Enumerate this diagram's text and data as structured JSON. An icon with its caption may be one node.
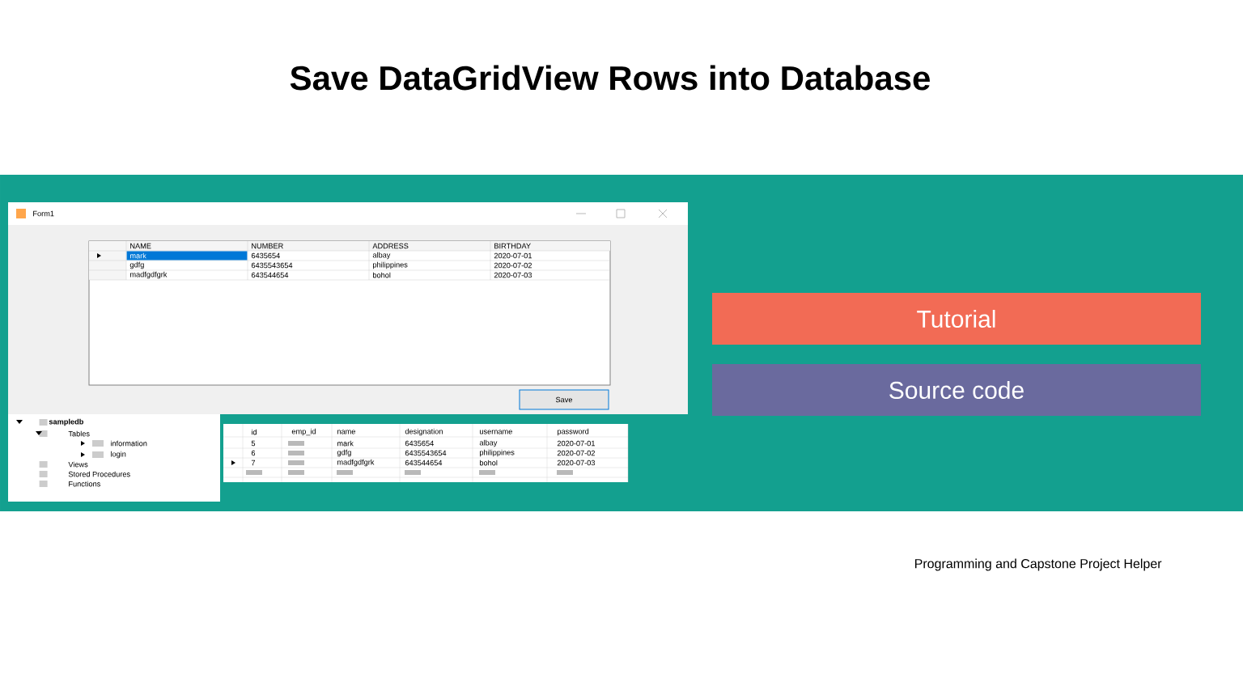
{
  "diagram": {
    "title": "Save DataGridView Rows into Database",
    "nodes": [
      {
        "text": [
          "Tutorial"
        ]
      },
      {
        "text": [
          "Source code"
        ]
      }
    ],
    "edges": [],
    "labels": [
      "Form1",
      "NAME",
      "NUMBER",
      "ADDRESS",
      "BIRTHDAY",
      "mark",
      "6435654",
      "albay",
      "2020-07-01",
      "gdfg",
      "6435543654",
      "philippines",
      "2020-07-02",
      "madfgdfgrk",
      "643544654",
      "bohol",
      "2020-07-03",
      "Save",
      "sampledb",
      "Tables",
      "information",
      "login",
      "Views",
      "Stored Procedures",
      "Functions",
      "id",
      "emp_id",
      "name",
      "designation",
      "username",
      "password",
      "5",
      "mark",
      "6435654",
      "albay",
      "2020-07-01",
      "6",
      "gdfg",
      "6435543654",
      "philippines",
      "2020-07-02",
      "7",
      "madfgdfgrk",
      "643544654",
      "bohol",
      "2020-07-03",
      "Programming and Capstone Project Helper"
    ]
  }
}
